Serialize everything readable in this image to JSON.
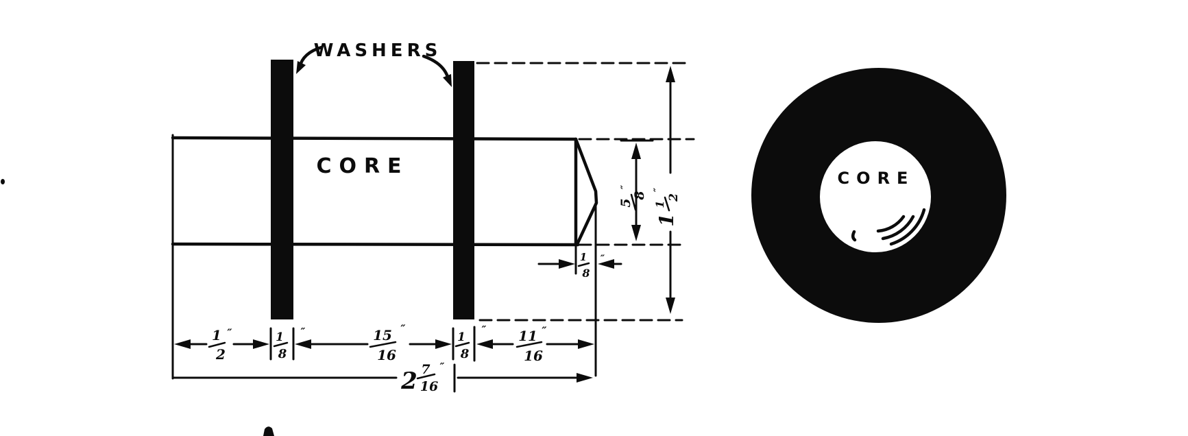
{
  "drawing_title": "core and washers construction drawing",
  "colors": {
    "ink": "#0c0c0c",
    "paper": "#ffffff"
  },
  "labels": {
    "washers": "WASHERS",
    "core_side": "CORE",
    "core_end": "CORE"
  },
  "dimensions": {
    "left_margin": {
      "num": "1",
      "den": "2",
      "unit": "″"
    },
    "washer1_thickness": {
      "num": "1",
      "den": "8",
      "unit": "″"
    },
    "between_washers": {
      "num": "15",
      "den": "16",
      "unit": "″"
    },
    "washer2_thickness": {
      "num": "1",
      "den": "8",
      "unit": "″"
    },
    "right_end": {
      "num": "11",
      "den": "16",
      "unit": "″"
    },
    "overall_length": {
      "whole": "2",
      "num": "7",
      "den": "16",
      "unit": "″"
    },
    "taper_length": {
      "num": "1",
      "den": "8",
      "unit": "″"
    },
    "core_diameter": {
      "num": "5",
      "den": "8",
      "unit": "″"
    },
    "washer_diameter": {
      "whole": "1",
      "num": "1",
      "den": "2",
      "unit": "″"
    }
  }
}
